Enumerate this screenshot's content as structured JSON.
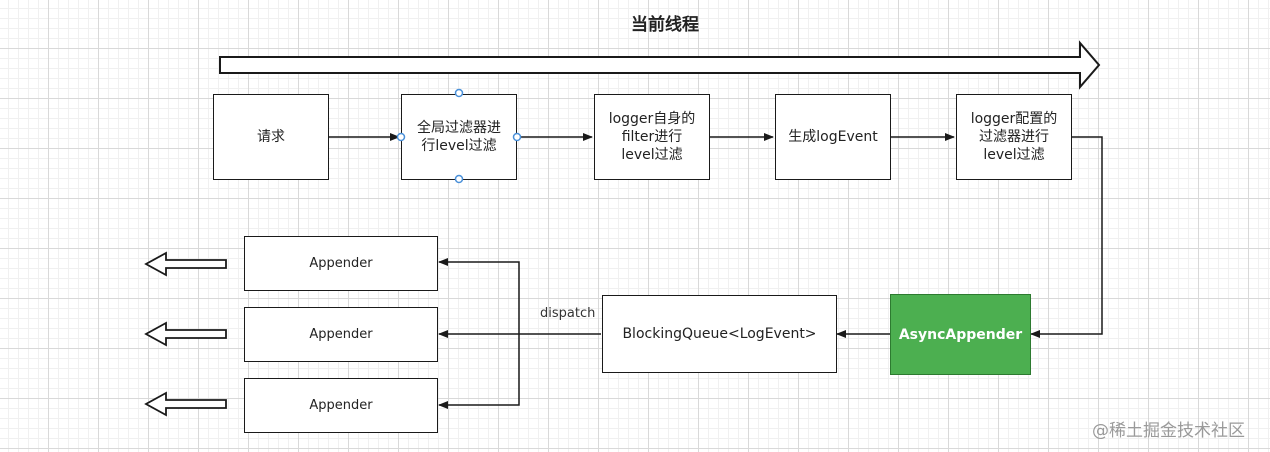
{
  "title": "当前线程",
  "nodes": {
    "request": "请求",
    "global_filter": "全局过滤器进\n行level过滤",
    "logger_filter": "logger自身的\nfilter进行\nlevel过滤",
    "create_event": "生成logEvent",
    "logger_config_filter": "logger配置的\n过滤器进行\nlevel过滤",
    "async_appender": "AsyncAppender",
    "blocking_queue": "BlockingQueue<LogEvent>",
    "appenders": [
      "Appender",
      "Appender",
      "Appender"
    ]
  },
  "edge_labels": {
    "dispatch": "dispatch"
  },
  "watermark": "@稀土掘金技术社区",
  "colors": {
    "async_fill": "#4caf50",
    "node_border": "#1a1a1a",
    "handle_stroke": "#4a90d9"
  }
}
